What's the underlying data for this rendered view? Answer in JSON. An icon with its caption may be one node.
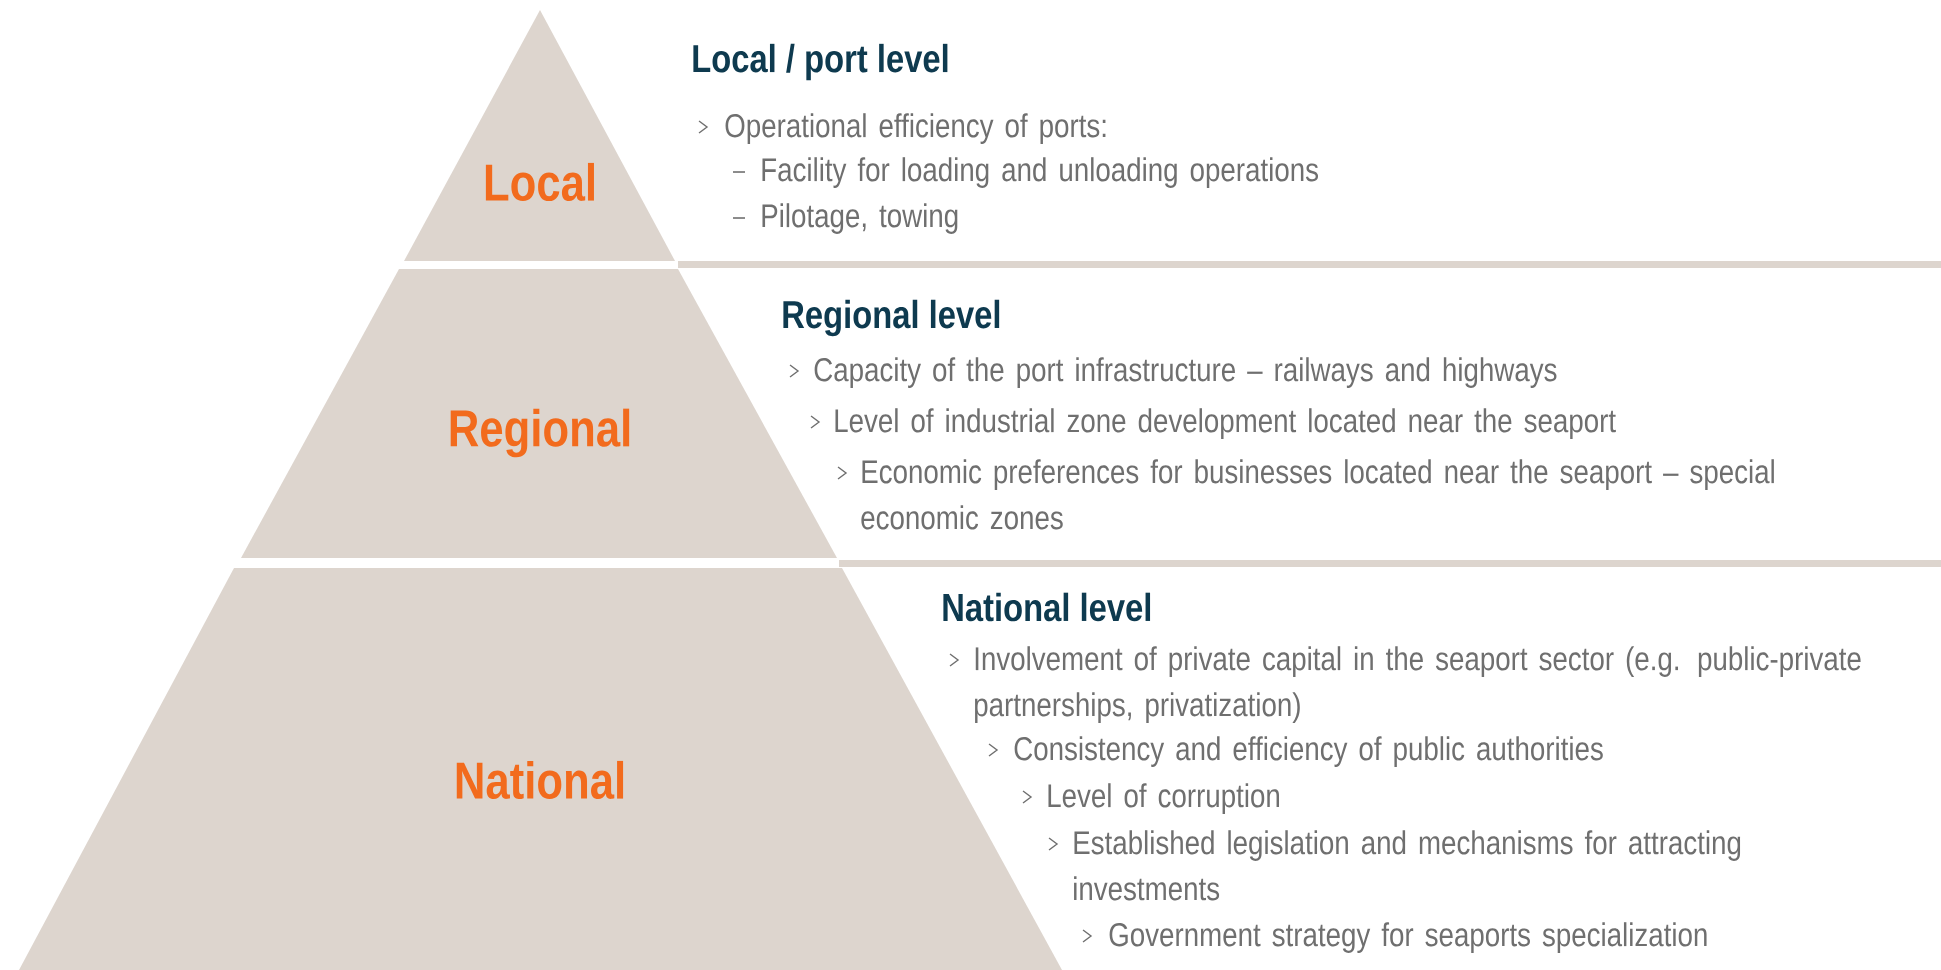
{
  "diagram": {
    "nodes": [
      {
        "text": [
          "Local"
        ],
        "beside": [
          "Local / port level",
          "Operational efficiency of ports:",
          "Facility for loading and unloading operations",
          "Pilotage, towing"
        ]
      },
      {
        "text": [
          "Regional"
        ],
        "beside": [
          "Regional level",
          "Capacity of the port infrastructure – railways and highways",
          "Level of industrial zone development located near the seaport",
          "Economic preferences for businesses located near the seaport – special economic zones"
        ]
      },
      {
        "text": [
          "National"
        ],
        "beside": [
          "National level",
          "Involvement of private capital in the seaport sector (e.g. public-private partnerships, privatization)",
          "Consistency and efficiency of public authorities",
          "Level of corruption",
          "Established legislation and mechanisms for attracting investments",
          "Government strategy for seaports specialization"
        ]
      }
    ]
  }
}
